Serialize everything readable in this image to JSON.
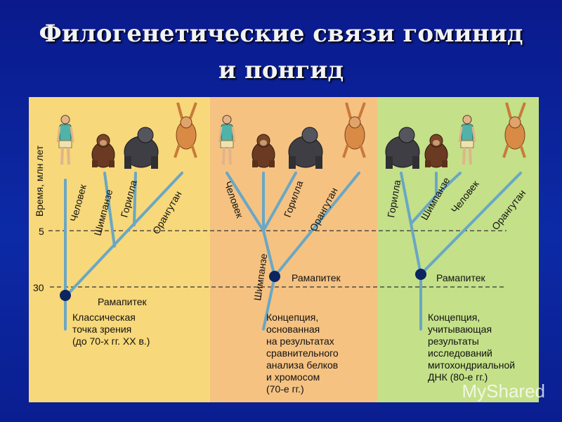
{
  "title": {
    "line1": "Филогенетические связи гоминид",
    "line2": "и понгид"
  },
  "axis": {
    "label": "Время, млн лет",
    "tick5": "5",
    "tick30": "30"
  },
  "panels": [
    {
      "bg": "#f7d87a",
      "taxa": [
        "Человек",
        "Шимпанзе",
        "Горилла",
        "Орангутан"
      ],
      "ancestor": "Рамапитек",
      "caption": [
        "Классическая",
        "точка зрения",
        "(до 70-х гг. XX в.)"
      ]
    },
    {
      "bg": "#f5c282",
      "taxa": [
        "Человек",
        "Горилла",
        "Орангутан",
        "Шимпанзе"
      ],
      "ancestor": "Рамапитек",
      "caption": [
        "Концепция,",
        "основанная",
        "на результатах",
        "сравнительного",
        "анализа белков",
        "и хромосом",
        "(70-е гг.)"
      ]
    },
    {
      "bg": "#c4e089",
      "taxa": [
        "Горилла",
        "Шимпанзе",
        "Человек",
        "Орангутан"
      ],
      "ancestor": "Рамапитек",
      "caption": [
        "Концепция,",
        "учитывающая",
        "результаты",
        "исследований",
        "митохондриальной",
        "ДНК (80-е гг.)"
      ]
    }
  ],
  "colors": {
    "branch": "#6aa7c4",
    "node": "#0c2460",
    "slide_bg": "#0c2aa6"
  },
  "watermark": "MyShared"
}
